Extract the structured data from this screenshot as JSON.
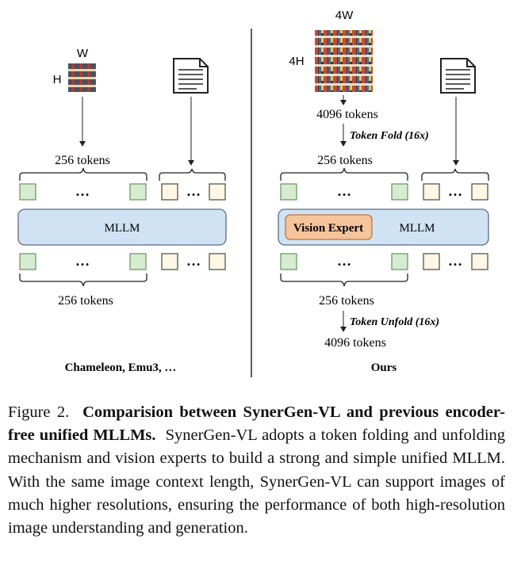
{
  "left": {
    "dim_w": "W",
    "dim_h": "H",
    "tokens_top": "256 tokens",
    "tokens_bottom": "256 tokens",
    "mllm": "MLLM",
    "ellipsis": "…",
    "caption": "Chameleon, Emu3, …"
  },
  "right": {
    "dim_w": "4W",
    "dim_h": "4H",
    "tokens_in": "4096 tokens",
    "fold": "Token Fold (16x)",
    "tokens_top": "256 tokens",
    "vision_expert": "Vision Expert",
    "mllm": "MLLM",
    "tokens_bottom": "256 tokens",
    "unfold": "Token Unfold (16x)",
    "tokens_out": "4096 tokens",
    "ellipsis": "…",
    "caption": "Ours"
  },
  "colors": {
    "image_token": "#d5ecd0",
    "image_token_border": "#6e9a66",
    "text_token": "#fdf7e3",
    "text_token_border": "#555555",
    "mllm_fill": "#cfe3f5",
    "mllm_border": "#5f6d80",
    "vision_expert_fill": "#f6c49a",
    "vision_expert_border": "#c0763e"
  },
  "caption": {
    "label": "Figure 2.",
    "bold": "Comparision between SynerGen-VL and previous encoder-free unified MLLMs.",
    "body": "SynerGen-VL adopts a token folding and unfolding mechanism and vision experts to build a strong and simple unified MLLM. With the same image context length, SynerGen-VL can support images of much higher resolutions, ensuring the performance of both high-resolution image understanding and generation."
  }
}
